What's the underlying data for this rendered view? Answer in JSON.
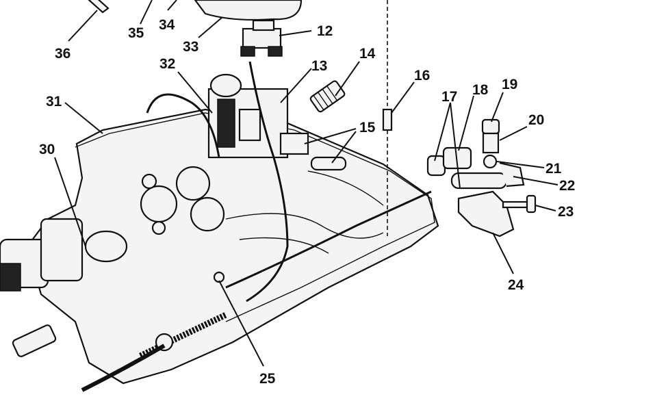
{
  "diagram": {
    "callouts": [
      "12",
      "13",
      "14",
      "15",
      "16",
      "17",
      "18",
      "19",
      "20",
      "21",
      "22",
      "23",
      "24",
      "25",
      "30",
      "31",
      "32",
      "33",
      "34",
      "35",
      "36"
    ]
  },
  "colors": {
    "ink": "#111111",
    "paper": "#ffffff",
    "stipple": "#555555"
  }
}
